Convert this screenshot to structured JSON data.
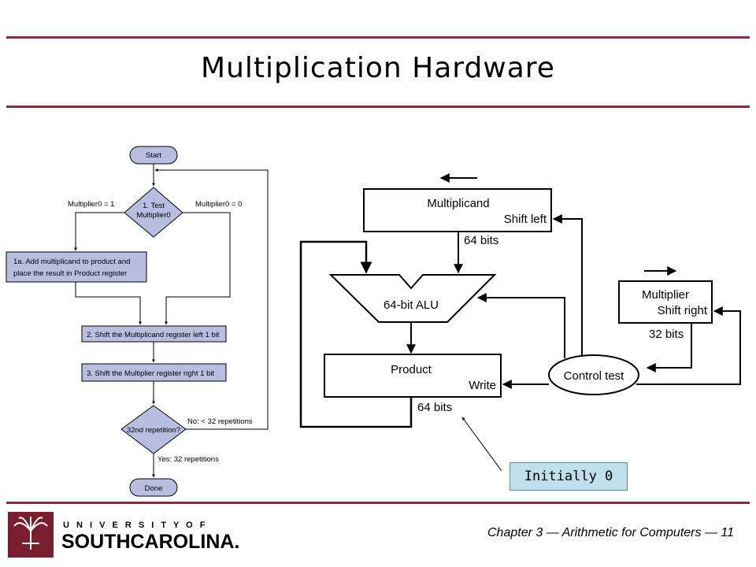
{
  "slide": {
    "title": "Multiplication Hardware",
    "footer": "Chapter 3 — Arithmetic for Computers — 11",
    "accent_color": "#8c2a3c"
  },
  "flowchart": {
    "start": "Start",
    "test_line1": "1.  Test",
    "test_line2": "Multiplier0",
    "branch_left": "Multiplier0 = 1",
    "branch_right": "Multiplier0 = 0",
    "step1a_line1": "1a.  Add multiplicand to product and",
    "step1a_line2": "place the result in Product register",
    "step2": "2.  Shift the Multiplicand register left 1 bit",
    "step3": "3.  Shift the Multiplier register right 1 bit",
    "repeat_test": "32nd repetition?",
    "no_branch": "No: < 32 repetitions",
    "yes_branch": "Yes: 32 repetitions",
    "done": "Done",
    "box_color": "#b8bedf"
  },
  "hardware": {
    "multiplicand": "Multiplicand",
    "shift_left": "Shift left",
    "bits_64_top": "64 bits",
    "alu": "64-bit ALU",
    "product": "Product",
    "write": "Write",
    "bits_64_bottom": "64 bits",
    "multiplier": "Multiplier",
    "shift_right": "Shift right",
    "bits_32": "32 bits",
    "control_test": "Control test"
  },
  "callout": {
    "text": "Initially 0"
  },
  "logo": {
    "line1": "U N I V E R S I T Y   O F",
    "line2": "SOUTHCAROLINA.",
    "icon": "palmetto-tree-icon"
  }
}
